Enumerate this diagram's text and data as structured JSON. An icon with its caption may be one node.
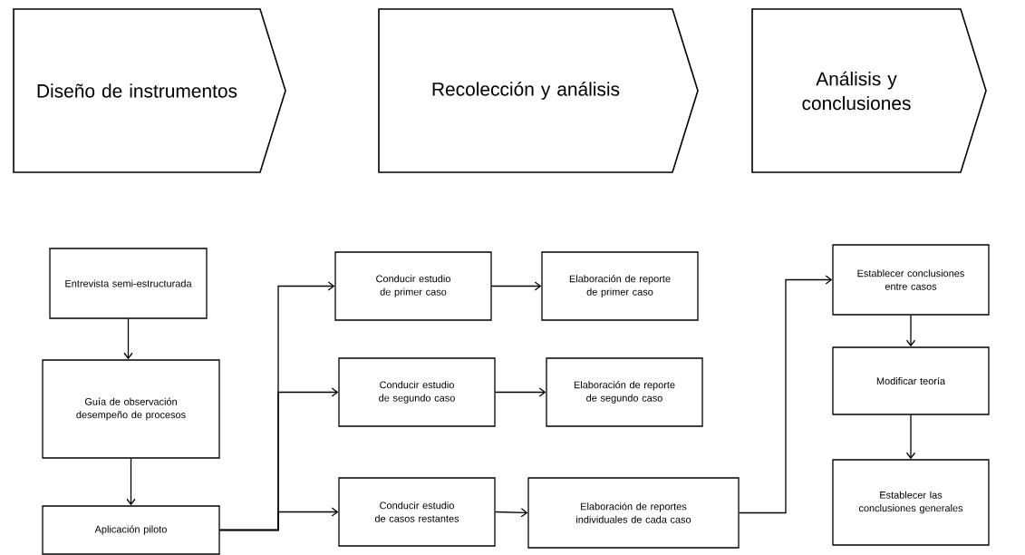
{
  "diagram": {
    "nodes": [
      {
        "text": [
          "Diseño de instrumentos"
        ]
      },
      {
        "text": [
          "Recolección y análisis"
        ]
      },
      {
        "text": [
          "Análisis y conclusiones"
        ]
      },
      {
        "text": [
          "Entrevista semi-estructurada"
        ]
      },
      {
        "text": [
          "Guía de observación desempeño de procesos"
        ]
      },
      {
        "text": [
          "Aplicación piloto"
        ]
      },
      {
        "text": [
          "Conducir estudio de primer caso"
        ]
      },
      {
        "text": [
          "Elaboración de reporte de primer caso"
        ]
      },
      {
        "text": [
          "Conducir estudio de segundo caso"
        ]
      },
      {
        "text": [
          "Elaboración de reporte de segundo caso"
        ]
      },
      {
        "text": [
          "Conducir estudio de casos restantes"
        ]
      },
      {
        "text": [
          "Elaboración de reportes individuales de cada caso"
        ]
      },
      {
        "text": [
          "Establecer conclusiones entre casos"
        ]
      },
      {
        "text": [
          "Modificar teoría"
        ]
      },
      {
        "text": [
          "Establecer las conclusiones generales"
        ]
      }
    ],
    "edges": [
      {
        "from": 3,
        "to": 4,
        "arrow": "to"
      },
      {
        "from": 4,
        "to": 5,
        "arrow": "to"
      },
      {
        "from": 5,
        "to": 6,
        "arrow": "to"
      },
      {
        "from": 5,
        "to": 8,
        "arrow": "to"
      },
      {
        "from": 5,
        "to": 10,
        "arrow": "to"
      },
      {
        "from": 6,
        "to": 7,
        "arrow": "to"
      },
      {
        "from": 8,
        "to": 9,
        "arrow": "to"
      },
      {
        "from": 10,
        "to": 11,
        "arrow": "to"
      },
      {
        "from": 11,
        "to": 12,
        "arrow": "to"
      },
      {
        "from": 12,
        "to": 13,
        "arrow": "to"
      },
      {
        "from": 13,
        "to": 14,
        "arrow": "to"
      }
    ]
  }
}
